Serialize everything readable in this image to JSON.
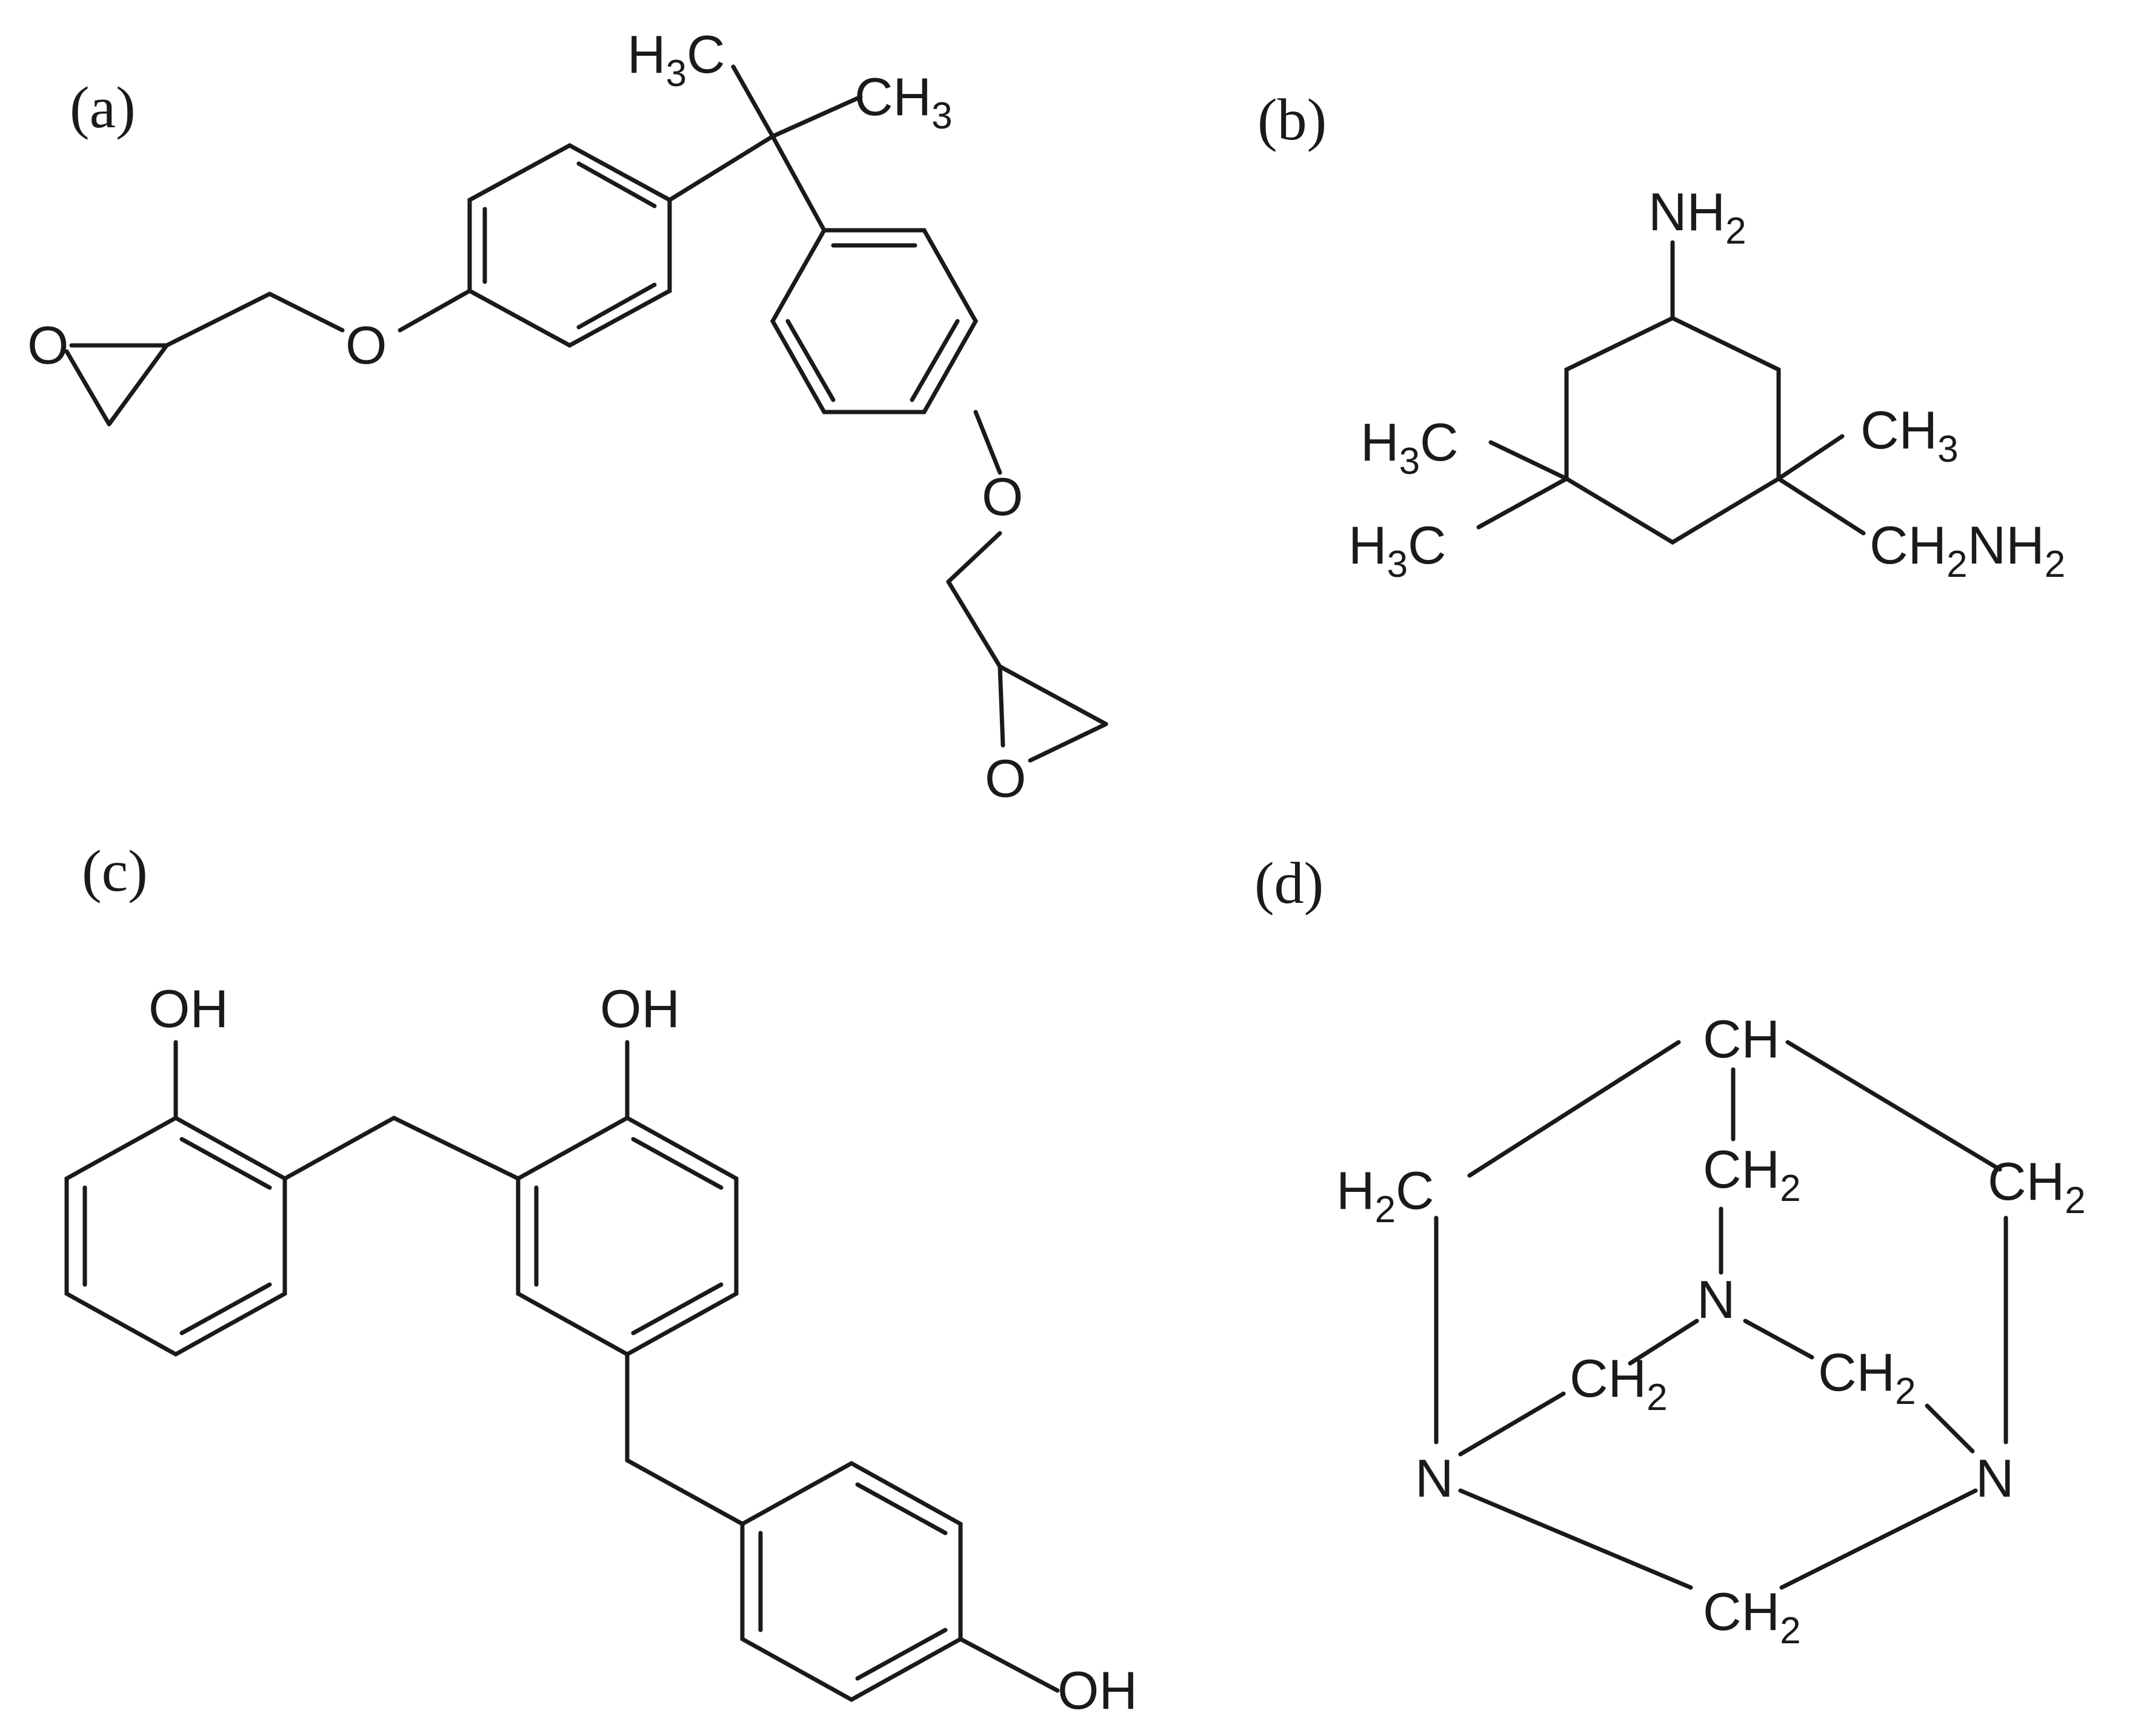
{
  "figure": {
    "panels": [
      {
        "label": "(a)",
        "atoms": [
          "O",
          "O",
          "O",
          "O"
        ],
        "groups": [
          {
            "main": "H",
            "sub": "3",
            "tail": "C"
          },
          {
            "main": "CH",
            "sub": "3",
            "tail": ""
          }
        ]
      },
      {
        "label": "(b)",
        "groups": [
          {
            "main": "NH",
            "sub": "2",
            "tail": ""
          },
          {
            "main": "H",
            "sub": "3",
            "tail": "C"
          },
          {
            "main": "H",
            "sub": "3",
            "tail": "C"
          },
          {
            "main": "CH",
            "sub": "3",
            "tail": ""
          },
          {
            "main": "CH",
            "sub": "2",
            "tail": "NH",
            "sub2": "2"
          }
        ]
      },
      {
        "label": "(c)",
        "atoms": [
          "OH",
          "OH",
          "OH"
        ]
      },
      {
        "label": "(d)",
        "atoms": [
          "CH",
          "N",
          "N",
          "N"
        ],
        "groups": [
          {
            "main": "H",
            "sub": "2",
            "tail": "C"
          },
          {
            "main": "CH",
            "sub": "2",
            "tail": ""
          },
          {
            "main": "CH",
            "sub": "2",
            "tail": ""
          },
          {
            "main": "CH",
            "sub": "2",
            "tail": ""
          },
          {
            "main": "CH",
            "sub": "2",
            "tail": ""
          },
          {
            "main": "CH",
            "sub": "2",
            "tail": ""
          }
        ]
      }
    ]
  }
}
